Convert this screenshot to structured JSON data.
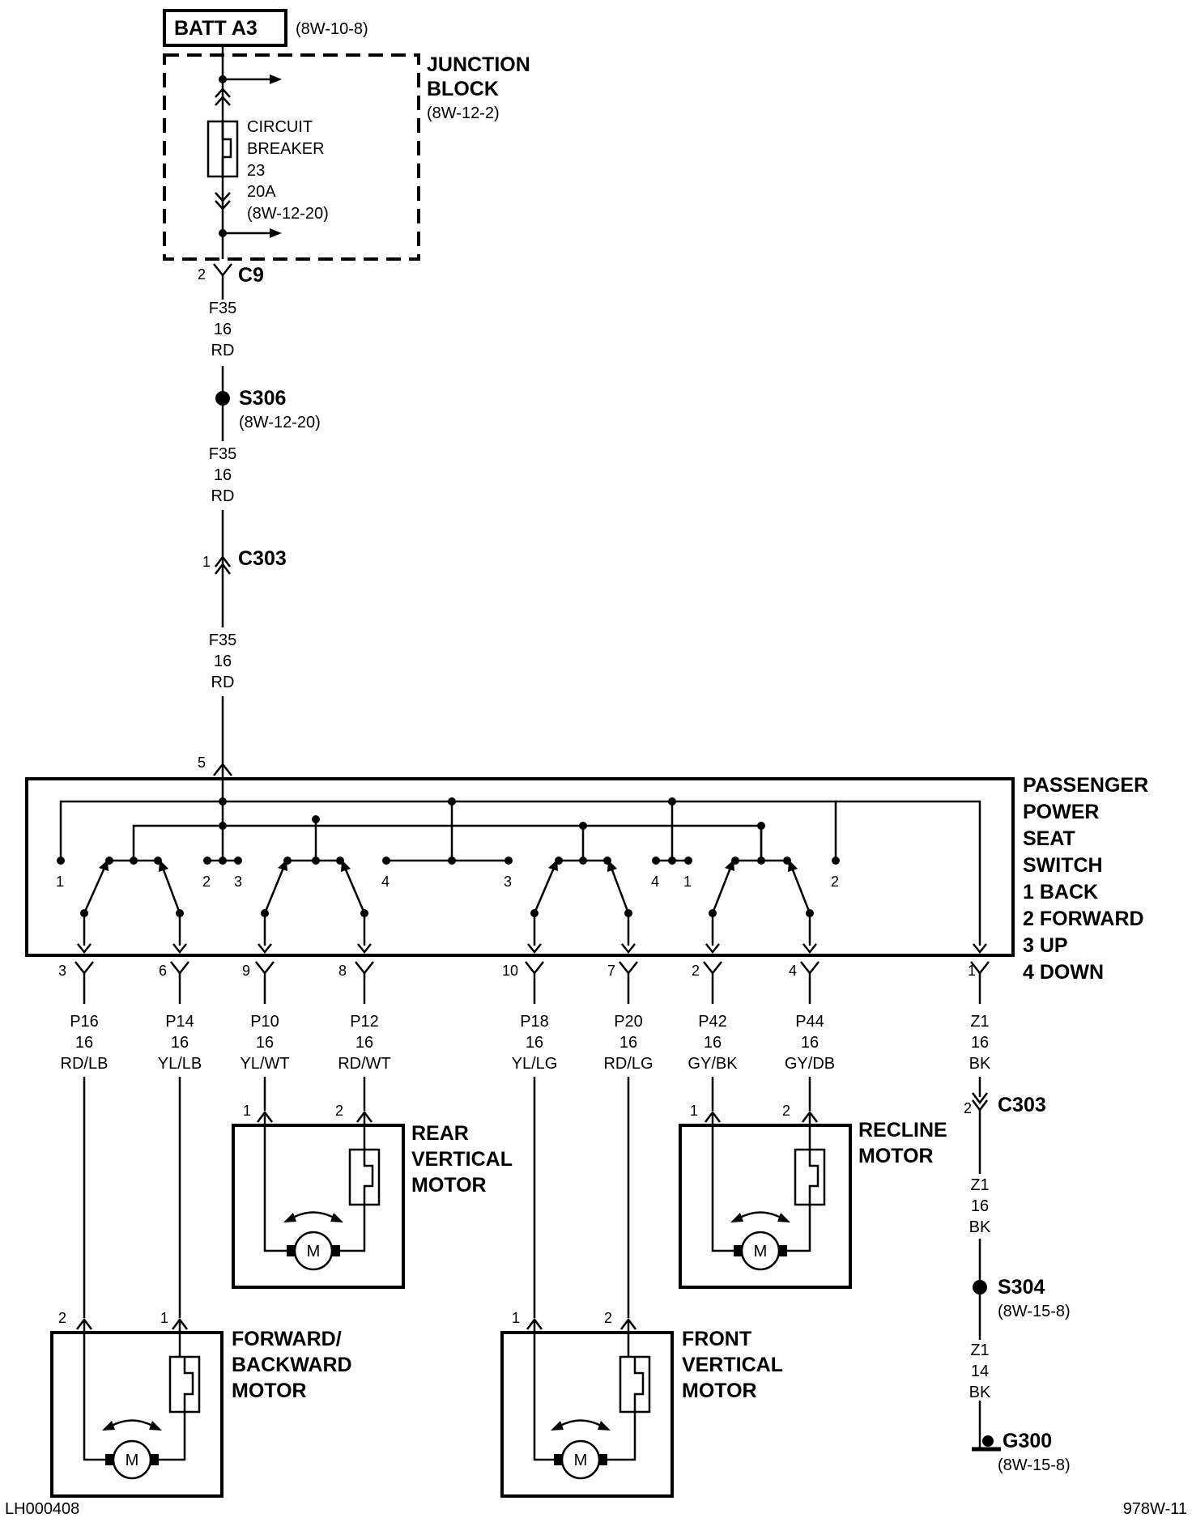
{
  "batt": {
    "title": "BATT A3",
    "ref": "(8W-10-8)"
  },
  "junction_block": {
    "line1": "JUNCTION",
    "line2": "BLOCK",
    "ref": "(8W-12-2)"
  },
  "circuit_breaker": {
    "line1": "CIRCUIT",
    "line2": "BREAKER",
    "line3": "23",
    "line4": "20A",
    "ref": "(8W-12-20)"
  },
  "c9": {
    "name": "C9",
    "pin": "2"
  },
  "wire_f35": {
    "circuit": "F35",
    "gauge": "16",
    "color": "RD"
  },
  "s306": {
    "name": "S306",
    "ref": "(8W-12-20)"
  },
  "c303_top": {
    "name": "C303",
    "pin": "1"
  },
  "switch": {
    "title_lines": [
      "PASSENGER",
      "POWER",
      "SEAT",
      "SWITCH",
      "1 BACK",
      "2 FORWARD",
      "3 UP",
      "4 DOWN"
    ],
    "input_pin": "5",
    "contacts": [
      "1",
      "2",
      "3",
      "4",
      "3",
      "4",
      "1",
      "2"
    ]
  },
  "outputs": [
    {
      "pin": "3",
      "circuit": "P16",
      "gauge": "16",
      "color": "RD/LB"
    },
    {
      "pin": "6",
      "circuit": "P14",
      "gauge": "16",
      "color": "YL/LB"
    },
    {
      "pin": "9",
      "circuit": "P10",
      "gauge": "16",
      "color": "YL/WT"
    },
    {
      "pin": "8",
      "circuit": "P12",
      "gauge": "16",
      "color": "RD/WT"
    },
    {
      "pin": "10",
      "circuit": "P18",
      "gauge": "16",
      "color": "YL/LG"
    },
    {
      "pin": "7",
      "circuit": "P20",
      "gauge": "16",
      "color": "RD/LG"
    },
    {
      "pin": "2",
      "circuit": "P42",
      "gauge": "16",
      "color": "GY/BK"
    },
    {
      "pin": "4",
      "circuit": "P44",
      "gauge": "16",
      "color": "GY/DB"
    },
    {
      "pin": "1",
      "circuit": "Z1",
      "gauge": "16",
      "color": "BK"
    }
  ],
  "motors": {
    "rear_vertical": {
      "lines": [
        "REAR",
        "VERTICAL",
        "MOTOR"
      ],
      "pins": [
        "1",
        "2"
      ]
    },
    "recline": {
      "lines": [
        "RECLINE",
        "MOTOR"
      ],
      "pins": [
        "1",
        "2"
      ]
    },
    "forward_backward": {
      "lines": [
        "FORWARD/",
        "BACKWARD",
        "MOTOR"
      ],
      "pins": [
        "2",
        "1"
      ]
    },
    "front_vertical": {
      "lines": [
        "FRONT",
        "VERTICAL",
        "MOTOR"
      ],
      "pins": [
        "1",
        "2"
      ]
    },
    "symbol": "M"
  },
  "c303_bottom": {
    "name": "C303",
    "pin": "2"
  },
  "wire_z1_mid": {
    "circuit": "Z1",
    "gauge": "16",
    "color": "BK"
  },
  "s304": {
    "name": "S304",
    "ref": "(8W-15-8)"
  },
  "wire_z1_low": {
    "circuit": "Z1",
    "gauge": "14",
    "color": "BK"
  },
  "g300": {
    "name": "G300",
    "ref": "(8W-15-8)"
  },
  "footer": {
    "left": "LH000408",
    "right": "978W-11"
  }
}
